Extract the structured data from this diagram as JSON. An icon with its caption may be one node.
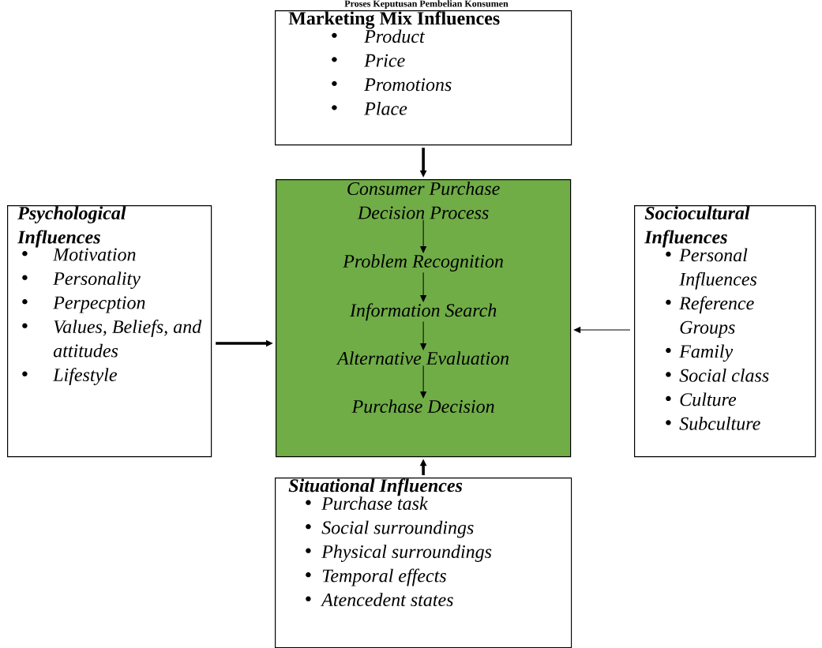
{
  "diagram": {
    "title": "Proses Keputusan Pembelian Konsumen",
    "nodes": [
      {
        "text": [
          "Marketing Mix Influences",
          "Product",
          "Price",
          "Promotions",
          "Place"
        ]
      },
      {
        "text": [
          "Psychological Influences",
          "Motivation",
          "Personality",
          "Perpecption",
          "Values, Beliefs, and attitudes",
          "Lifestyle"
        ]
      },
      {
        "text": [],
        "shape": "box"
      },
      {
        "text": [
          "Consumer Purchase Decision Process"
        ],
        "in": 2
      },
      {
        "text": [
          "Problem Recognition"
        ],
        "in": 2
      },
      {
        "text": [
          "Information Search"
        ],
        "in": 2
      },
      {
        "text": [
          "Alternative Evaluation"
        ],
        "in": 2
      },
      {
        "text": [
          "Purchase Decision"
        ],
        "in": 2
      },
      {
        "text": [
          "Sociocultural Influences",
          "Personal Influences",
          "Reference Groups",
          "Family",
          "Social class",
          "Culture",
          "Subculture"
        ]
      },
      {
        "text": [
          "Situational Influences",
          "Purchase task",
          "Social surroundings",
          "Physical surroundings",
          "Temporal effects",
          "Atencedent states"
        ]
      }
    ],
    "edges": [
      {
        "from": 0,
        "to": 2,
        "arrow": "to",
        "style": "thick"
      },
      {
        "from": 1,
        "to": 2,
        "arrow": "to",
        "style": "thick"
      },
      {
        "from": 8,
        "to": 2,
        "arrow": "to"
      },
      {
        "from": 9,
        "to": 2,
        "arrow": "to",
        "style": "thick"
      },
      {
        "from": 3,
        "to": 4,
        "arrow": "to"
      },
      {
        "from": 4,
        "to": 5,
        "arrow": "to"
      },
      {
        "from": 5,
        "to": 6,
        "arrow": "to"
      },
      {
        "from": 6,
        "to": 7,
        "arrow": "to"
      }
    ]
  }
}
